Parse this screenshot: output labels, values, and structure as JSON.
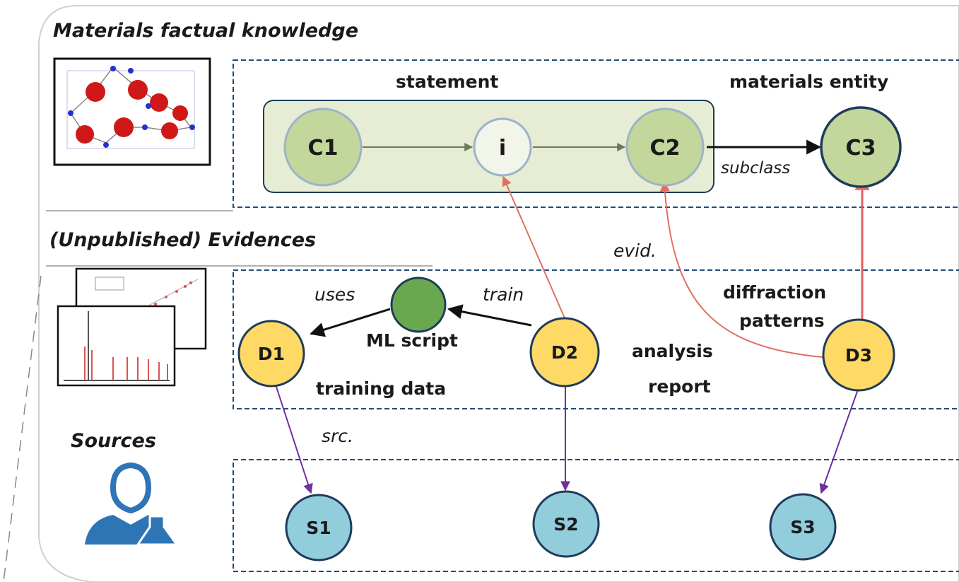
{
  "sections": {
    "factual": "Materials factual knowledge",
    "evidences": "(Unpublished) Evidences",
    "sources": "Sources"
  },
  "headers": {
    "statement": "statement",
    "entity": "materials entity"
  },
  "nodes": {
    "c1": "C1",
    "i": "i",
    "c2": "C2",
    "c3": "C3",
    "d1": "D1",
    "d2": "D2",
    "d3": "D3",
    "s1": "S1",
    "s2": "S2",
    "s3": "S3"
  },
  "labels": {
    "subclass": "subclass",
    "evid": "evid.",
    "uses": "uses",
    "train": "train",
    "ml_script": "ML script",
    "training_data": "training data",
    "analysis": "analysis",
    "report": "report",
    "diffraction": "diffraction",
    "patterns": "patterns",
    "src": "src."
  },
  "colors": {
    "green_node": "#c3d69b",
    "green_fill_box": "#e6edd4",
    "yellow_node": "#ffd966",
    "blue_node": "#92cddc",
    "ml_node": "#6aa84f",
    "red_edge": "#d9534f",
    "purple_edge": "#7030a0",
    "dashed_border": "#1f4e79"
  }
}
